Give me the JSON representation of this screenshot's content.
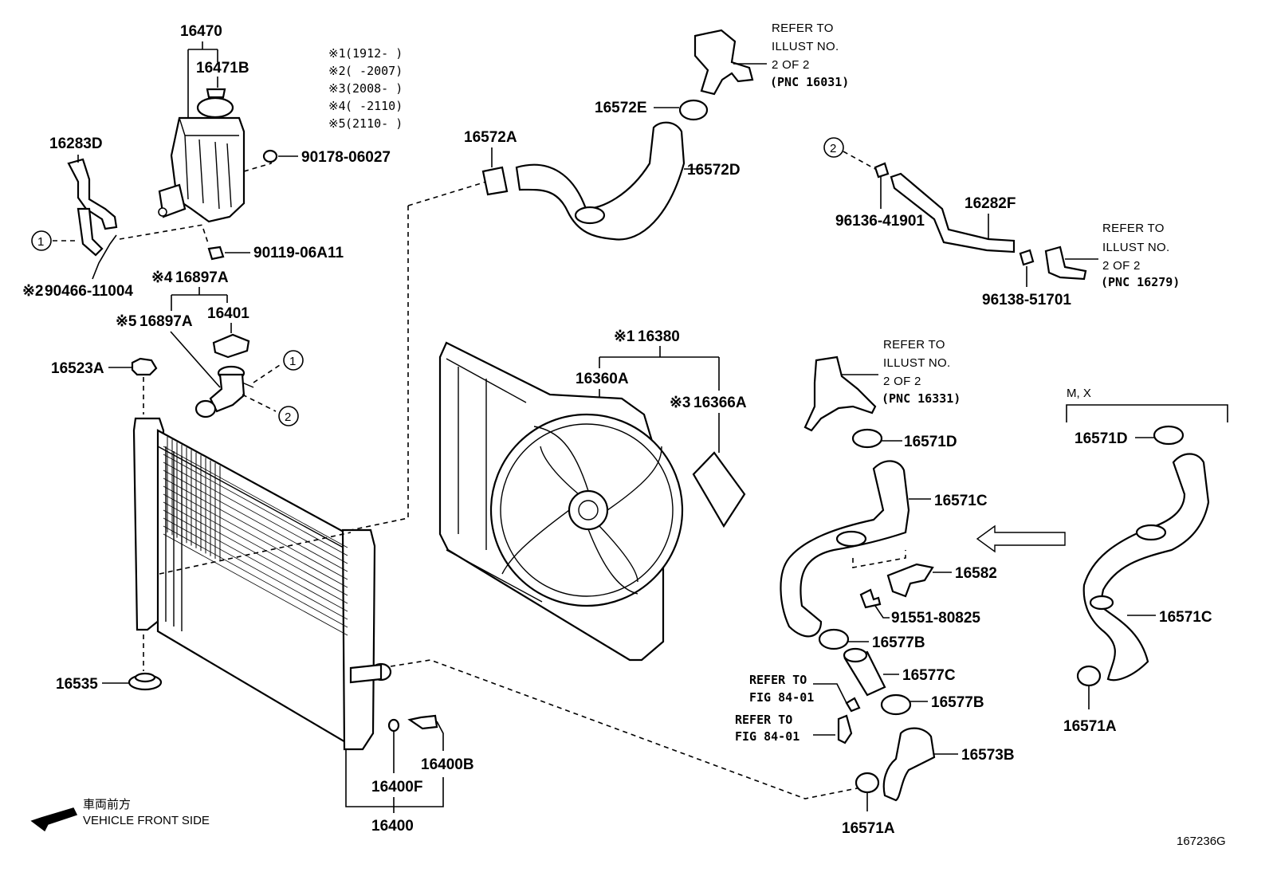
{
  "diagram_id": "167236G",
  "notes": [
    {
      "mark": "※1",
      "text": "(1912-     )"
    },
    {
      "mark": "※2",
      "text": "(     -2007)"
    },
    {
      "mark": "※3",
      "text": "(2008-     )"
    },
    {
      "mark": "※4",
      "text": "(     -2110)"
    },
    {
      "mark": "※5",
      "text": "(2110-     )"
    }
  ],
  "parts": {
    "p16470": "16470",
    "p16471B": "16471B",
    "p16283D": "16283D",
    "p90178": "90178-06027",
    "p90119": "90119-06A11",
    "p90466": "90466-11004",
    "p90466_mark": "※2",
    "p16897A_4": "16897A",
    "p16897A_4_mark": "※4",
    "p16897A_5": "16897A",
    "p16897A_5_mark": "※5",
    "p16401": "16401",
    "p16523A": "16523A",
    "p16535": "16535",
    "p16572A": "16572A",
    "p16572E": "16572E",
    "p16572D": "16572D",
    "p16380": "16380",
    "p16380_mark": "※1",
    "p16360A": "16360A",
    "p16366A": "16366A",
    "p16366A_mark": "※3",
    "p16400B": "16400B",
    "p16400F": "16400F",
    "p16400": "16400",
    "p96136": "96136-41901",
    "p16282F": "16282F",
    "p96138": "96138-51701",
    "p16571D": "16571D",
    "p16571C": "16571C",
    "p16582": "16582",
    "p91551": "91551-80825",
    "p16577B_a": "16577B",
    "p16577C": "16577C",
    "p16577B_b": "16577B",
    "p16573B": "16573B",
    "p16571A": "16571A",
    "p16571D_mx": "16571D",
    "p16571C_mx": "16571C",
    "p16571A_mx": "16571A"
  },
  "callouts": {
    "one": "1",
    "two": "2"
  },
  "refs": {
    "ref16031": [
      "REFER TO",
      "ILLUST NO.",
      "2 OF 2",
      "(PNC 16031)"
    ],
    "ref16279": [
      "REFER TO",
      "ILLUST NO.",
      "2 OF 2",
      "(PNC 16279)"
    ],
    "ref16331": [
      "REFER TO",
      "ILLUST NO.",
      "2 OF 2",
      "(PNC 16331)"
    ],
    "fig1": [
      "REFER TO",
      "FIG 84-01"
    ],
    "fig2": [
      "REFER TO",
      "FIG 84-01"
    ]
  },
  "variant_label": "M, X",
  "front": {
    "jp": "車両前方",
    "en": "VEHICLE FRONT SIDE"
  }
}
